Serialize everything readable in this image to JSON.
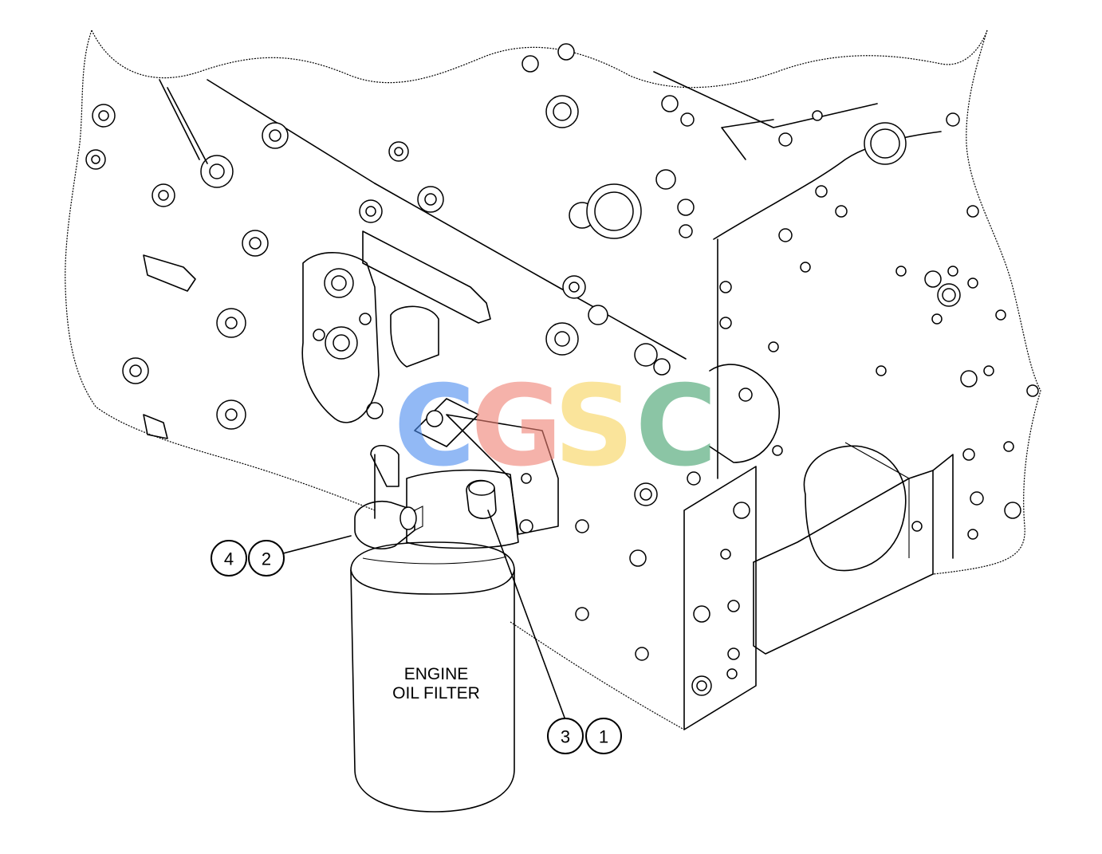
{
  "diagram": {
    "filter_label_line1": "ENGINE",
    "filter_label_line2": "OIL FILTER",
    "callouts": [
      {
        "left": "4",
        "right": "2"
      },
      {
        "left": "3",
        "right": "1"
      }
    ]
  },
  "watermark": {
    "letters": [
      "C",
      "G",
      "S",
      "C"
    ],
    "colors": [
      "#4a8cf0",
      "#ef7f72",
      "#f7d35a",
      "#3fa06a"
    ]
  }
}
